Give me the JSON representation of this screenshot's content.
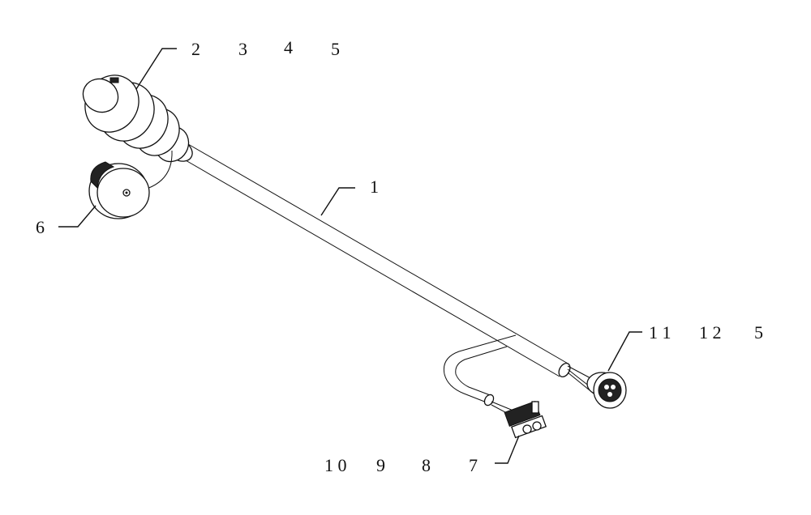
{
  "callouts": {
    "c1": "1",
    "c2": "2",
    "c3": "3",
    "c4": "4",
    "c5_top": "5",
    "c6": "6",
    "c7": "7",
    "c8": "8",
    "c9": "9",
    "c10": "1 0",
    "c11": "1 1",
    "c12": "1 2",
    "c5_right": "5"
  }
}
